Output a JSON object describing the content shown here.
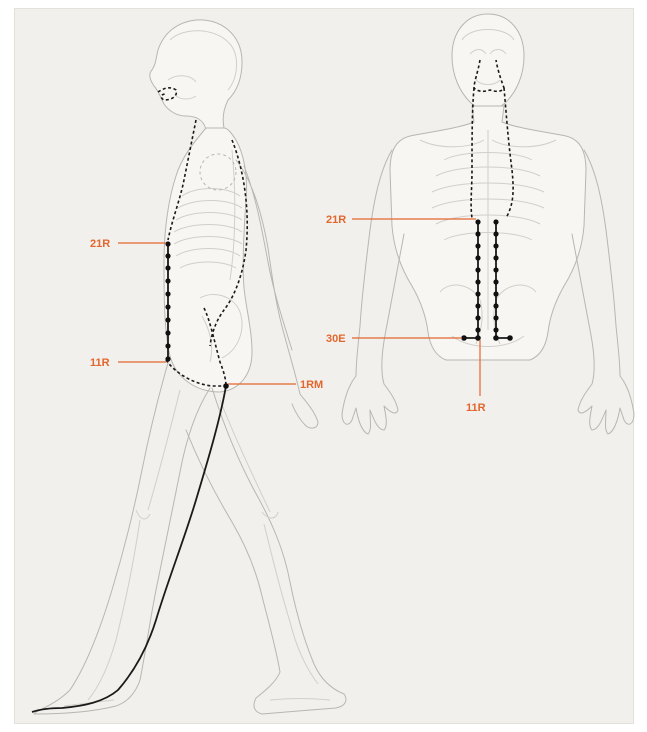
{
  "labels": {
    "side_upper": "21R",
    "side_lower": "11R",
    "side_rm": "1RM",
    "front_upper": "21R",
    "front_mid": "30E",
    "front_lower": "11R"
  },
  "colors": {
    "accent": "#e2672e",
    "channel": "#1a1a1a",
    "outline": "#b9b6b0",
    "background": "#f2f0ec"
  }
}
